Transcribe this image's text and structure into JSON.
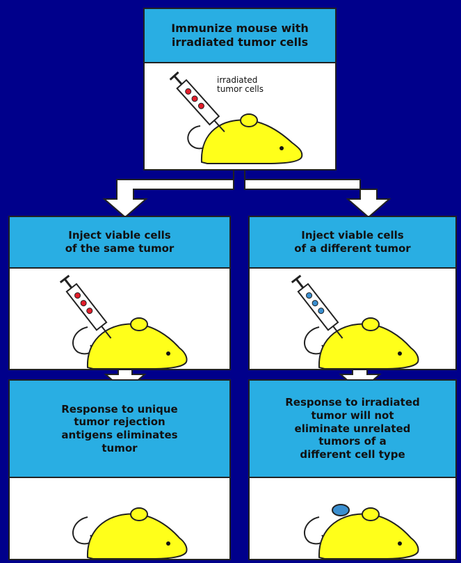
{
  "colors": {
    "background": "#00008b",
    "header": "#29aee3",
    "mouse": "#ffff1a",
    "panel": "#ffffff"
  },
  "top": {
    "header": "Immunize mouse with\nirradiated tumor cells",
    "syringe_label": "irradiated\ntumor cells"
  },
  "left": {
    "inject_header": "Inject viable cells\nof the same tumor",
    "result_header": "Response to unique\ntumor rejection\nantigens eliminates\ntumor"
  },
  "right": {
    "inject_header": "Inject viable cells\nof a different tumor",
    "result_header": "Response to irradiated\ntumor will not\neliminate unrelated\ntumors of a\ndifferent cell type"
  },
  "icons": [
    "mouse-icon",
    "syringe-icon",
    "tumor-icon",
    "arrow-down-icon"
  ]
}
